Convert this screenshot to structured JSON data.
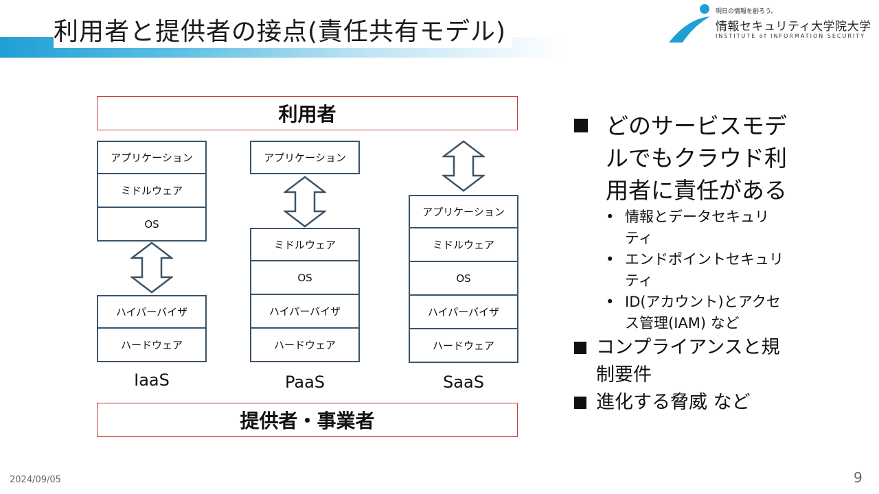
{
  "slide": {
    "title": "利用者と提供者の接点(責任共有モデル)",
    "date": "2024/09/05",
    "page_number": "9"
  },
  "logo": {
    "tagline": "明日の情報を創ろう。",
    "name": "情報セキュリティ大学院大学",
    "name_en": "INSTITUTE of INFORMATION SECURITY"
  },
  "diagram": {
    "top_box": "利用者",
    "bottom_box": "提供者・事業者",
    "iaas": {
      "label": "IaaS",
      "upper_layers": [
        "アプリケーション",
        "ミドルウェア",
        "OS"
      ],
      "lower_layers": [
        "ハイパーバイザ",
        "ハードウェア"
      ]
    },
    "paas": {
      "label": "PaaS",
      "upper_layers": [
        "アプリケーション"
      ],
      "lower_layers": [
        "ミドルウェア",
        "OS",
        "ハイパーバイザ",
        "ハードウェア"
      ]
    },
    "saas": {
      "label": "SaaS",
      "lower_layers": [
        "アプリケーション",
        "ミドルウェア",
        "OS",
        "ハイパーバイザ",
        "ハードウェア"
      ]
    }
  },
  "bullets": {
    "main1_lines": [
      "どのサービスモデ",
      "ルでもクラウド利",
      "用者に責任がある"
    ],
    "subs": [
      {
        "lines": [
          "情報とデータセキュリ",
          "ティ"
        ]
      },
      {
        "lines": [
          "エンドポイントセキュリ",
          "ティ"
        ]
      },
      {
        "lines": [
          "ID(アカウント)とアクセ",
          "ス管理(IAM) など"
        ]
      }
    ],
    "main2_lines": [
      "コンプライアンスと規",
      "制要件"
    ],
    "main3": "進化する脅威 など"
  }
}
